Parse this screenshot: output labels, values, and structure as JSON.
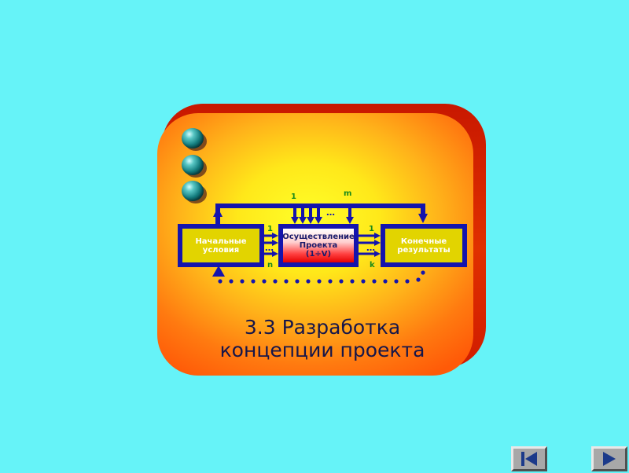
{
  "slide": {
    "title_line1": "3.3 Разработка",
    "title_line2": "концепции проекта"
  },
  "diagram": {
    "box_initial": {
      "line1": "Начальные",
      "line2": "условия"
    },
    "box_process": {
      "line1": "Осуществление",
      "line2": "Проекта",
      "line3": "(1÷V)"
    },
    "box_final": {
      "line1": "Конечные",
      "line2": "результаты"
    },
    "labels": {
      "top_one": "1",
      "top_m": "m",
      "top_dots": "…",
      "left_one": "1",
      "left_dots": "…",
      "left_n": "n",
      "right_one": "1",
      "right_dots": "…",
      "right_k": "k"
    }
  },
  "colors": {
    "background": "#66f3f8",
    "card_shadow": "#d82400",
    "diagram_blue": "#1414ad",
    "box_fill": "#e2d400",
    "label_green": "#1a8a1a"
  },
  "navigation": {
    "first_icon": "first-slide-icon",
    "next_icon": "next-slide-icon"
  }
}
